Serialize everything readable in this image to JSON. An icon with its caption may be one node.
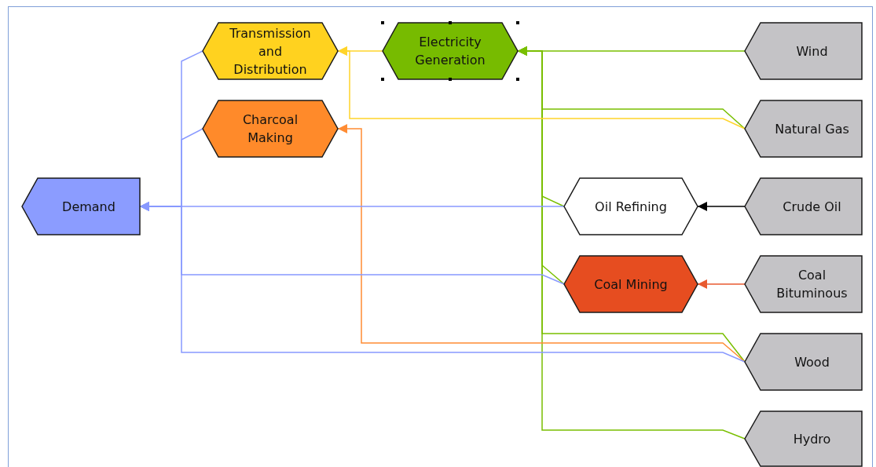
{
  "diagram": {
    "nodes": [
      {
        "text": [
          "Demand"
        ]
      },
      {
        "text": [
          "Transmission and Distribution"
        ]
      },
      {
        "text": [
          "Electricity Generation"
        ]
      },
      {
        "text": [
          "Charcoal Making"
        ]
      },
      {
        "text": [
          "Oil Refining"
        ]
      },
      {
        "text": [
          "Coal Mining"
        ]
      },
      {
        "text": [
          "Wind"
        ]
      },
      {
        "text": [
          "Natural Gas"
        ]
      },
      {
        "text": [
          "Crude Oil"
        ]
      },
      {
        "text": [
          "Coal Bituminous"
        ]
      },
      {
        "text": [
          "Wood"
        ]
      },
      {
        "text": [
          "Hydro"
        ]
      }
    ],
    "edges": [
      {
        "from": 6,
        "to": 2,
        "arrow": "to"
      },
      {
        "from": 7,
        "to": 2,
        "arrow": "to"
      },
      {
        "from": 4,
        "to": 2,
        "arrow": "to"
      },
      {
        "from": 5,
        "to": 2,
        "arrow": "to"
      },
      {
        "from": 10,
        "to": 2,
        "arrow": "to"
      },
      {
        "from": 11,
        "to": 2,
        "arrow": "to"
      },
      {
        "from": 2,
        "to": 1,
        "arrow": "to",
        "color": "#ffd42a"
      },
      {
        "from": 7,
        "to": 1,
        "arrow": "to",
        "color": "#ffd42a"
      },
      {
        "from": 10,
        "to": 3,
        "arrow": "to",
        "color": "#ff8c33"
      },
      {
        "from": 1,
        "to": 0,
        "arrow": "to",
        "color": "#8899ff"
      },
      {
        "from": 3,
        "to": 0,
        "arrow": "to",
        "color": "#8899ff"
      },
      {
        "from": 4,
        "to": 0,
        "arrow": "to",
        "color": "#8899ff"
      },
      {
        "from": 5,
        "to": 0,
        "arrow": "to",
        "color": "#8899ff"
      },
      {
        "from": 10,
        "to": 0,
        "arrow": "to",
        "color": "#8899ff"
      },
      {
        "from": 8,
        "to": 4,
        "arrow": "to",
        "color": "#000000"
      },
      {
        "from": 9,
        "to": 5,
        "arrow": "to",
        "color": "#e85a30"
      }
    ]
  }
}
